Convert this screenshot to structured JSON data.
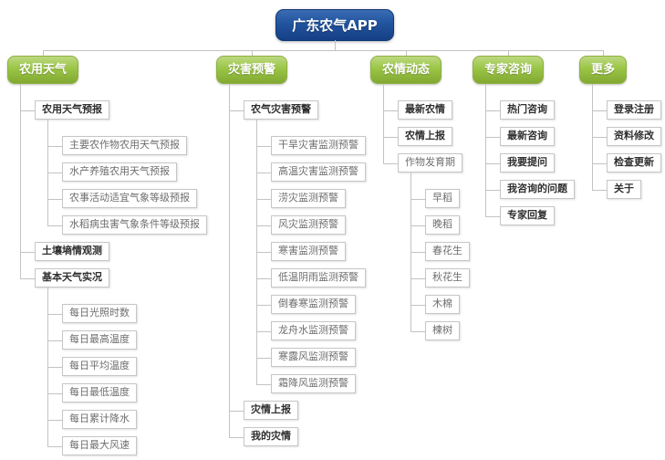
{
  "colors": {
    "root_blue_top": "#3b6cb4",
    "root_blue_mid": "#21549e",
    "root_blue_bottom": "#163f85",
    "branch_green_top": "#bcd981",
    "branch_green_mid": "#9ac545",
    "branch_green_bottom": "#82a933",
    "connector_gray": "#c3c3c3",
    "node_border_gray": "#c6c6c6",
    "node_text_gray": "#6e6e6e",
    "node_text_dark": "#2f2f2f"
  },
  "tree": {
    "root": "广东农气APP",
    "branches": [
      {
        "label": "农用天气",
        "children": [
          {
            "label": "农用天气预报",
            "children": [
              {
                "label": "主要农作物农用天气预报"
              },
              {
                "label": "水产养殖农用天气预报"
              },
              {
                "label": "农事活动适宜气象等级预报"
              },
              {
                "label": "水稻病虫害气象条件等级预报"
              }
            ]
          },
          {
            "label": "土壤墒情观测"
          },
          {
            "label": "基本天气实况",
            "children": [
              {
                "label": "每日光照时数"
              },
              {
                "label": "每日最高温度"
              },
              {
                "label": "每日平均温度"
              },
              {
                "label": "每日最低温度"
              },
              {
                "label": "每日累计降水"
              },
              {
                "label": "每日最大风速"
              }
            ]
          }
        ]
      },
      {
        "label": "灾害预警",
        "children": [
          {
            "label": "农气灾害预警",
            "children": [
              {
                "label": "干旱灾害监测预警"
              },
              {
                "label": "高温灾害监测预警"
              },
              {
                "label": "涝灾监测预警"
              },
              {
                "label": "风灾监测预警"
              },
              {
                "label": "寒害监测预警"
              },
              {
                "label": "低温阴雨监测预警"
              },
              {
                "label": "倒春寒监测预警"
              },
              {
                "label": "龙舟水监测预警"
              },
              {
                "label": "寒露风监测预警"
              },
              {
                "label": "霜降风监测预警"
              }
            ]
          },
          {
            "label": "灾情上报"
          },
          {
            "label": "我的灾情"
          }
        ]
      },
      {
        "label": "农情动态",
        "children": [
          {
            "label": "最新农情"
          },
          {
            "label": "农情上报"
          },
          {
            "label": "作物发育期",
            "emphasis": false,
            "children": [
              {
                "label": "早稻"
              },
              {
                "label": "晚稻"
              },
              {
                "label": "春花生"
              },
              {
                "label": "秋花生"
              },
              {
                "label": "木棉"
              },
              {
                "label": "楝树"
              }
            ]
          }
        ]
      },
      {
        "label": "专家咨询",
        "children": [
          {
            "label": "热门咨询"
          },
          {
            "label": "最新咨询"
          },
          {
            "label": "我要提问"
          },
          {
            "label": "我咨询的问题"
          },
          {
            "label": "专家回复"
          }
        ]
      },
      {
        "label": "更多",
        "children": [
          {
            "label": "登录注册"
          },
          {
            "label": "资料修改"
          },
          {
            "label": "检查更新"
          },
          {
            "label": "关于"
          }
        ]
      }
    ]
  }
}
